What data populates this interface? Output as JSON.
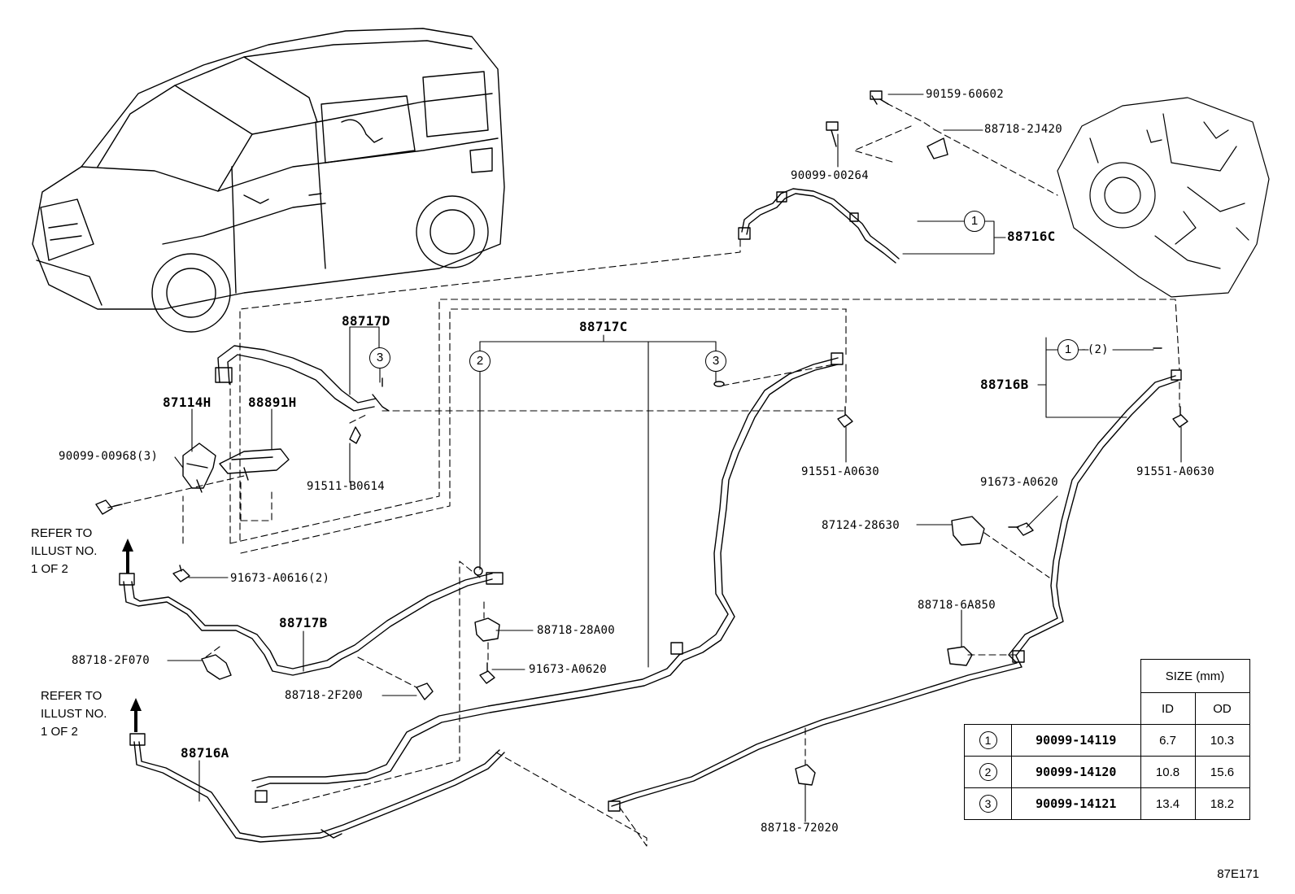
{
  "diagram_id": "87E171",
  "refer_notes": [
    {
      "lines": "REFER TO\nILLUST NO.\n1 OF 2"
    },
    {
      "lines": "REFER TO\nILLUST NO.\n1 OF 2"
    }
  ],
  "labels": {
    "p90159_60602": "90159-60602",
    "p88718_2J420": "88718-2J420",
    "p90099_00264": "90099-00264",
    "p88716C": "88716C",
    "p88717D": "88717D",
    "p87114H": "87114H",
    "p88891H": "88891H",
    "p90099_00968": "90099-00968(3)",
    "p91511_B0614": "91511-B0614",
    "p91673_A0616": "91673-A0616(2)",
    "p88717C": "88717C",
    "p91551_A0630_mid": "91551-A0630",
    "p88716B": "88716B",
    "p91551_A0630_right": "91551-A0630",
    "p91673_A0620_right": "91673-A0620",
    "p87124_28630": "87124-28630",
    "p88717B": "88717B",
    "p88718_28A00": "88718-28A00",
    "p88718_6A850": "88718-6A850",
    "p88718_2F070": "88718-2F070",
    "p91673_A0620_mid": "91673-A0620",
    "p88718_2F200": "88718-2F200",
    "p88716A": "88716A",
    "p88718_72020": "88718-72020",
    "qty2": "-(2)"
  },
  "callouts": {
    "c1_top": "1",
    "c3_top": "3",
    "c2": "2",
    "c3_mid": "3",
    "c1_right": "1"
  },
  "size_table": {
    "header": "SIZE (mm)",
    "col_id": "ID",
    "col_od": "OD",
    "rows": [
      {
        "num": "1",
        "part": "90099-14119",
        "id": "6.7",
        "od": "10.3"
      },
      {
        "num": "2",
        "part": "90099-14120",
        "id": "10.8",
        "od": "15.6"
      },
      {
        "num": "3",
        "part": "90099-14121",
        "id": "13.4",
        "od": "18.2"
      }
    ]
  }
}
